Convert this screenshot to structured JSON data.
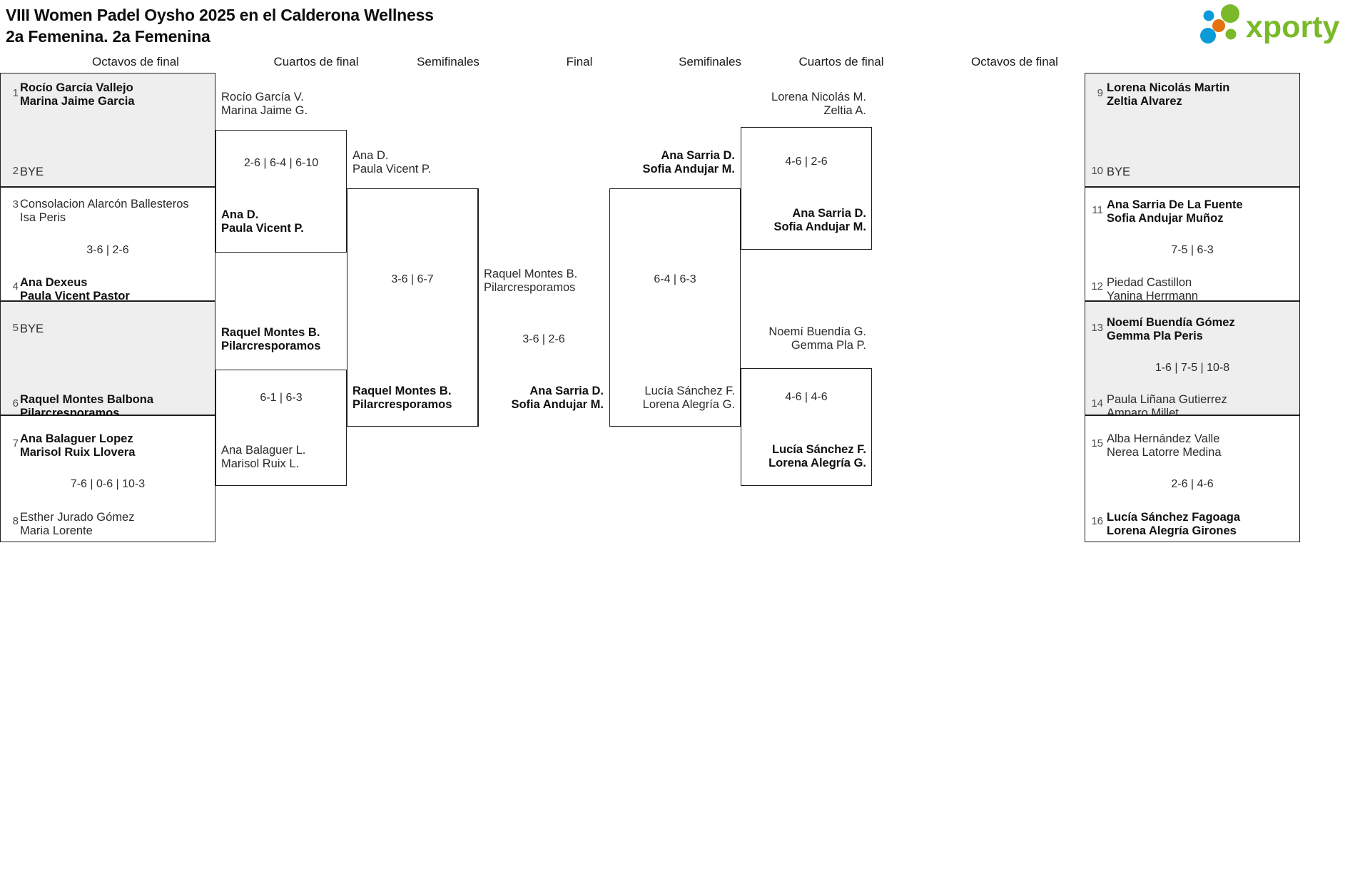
{
  "header": {
    "title_line1": "VIII Women Padel Oysho 2025 en el Calderona Wellness",
    "title_line2": "2a Femenina. 2a Femenina",
    "logo_text": "xporty",
    "logo_colors": {
      "green": "#7ab929",
      "blue": "#0a9bd8",
      "orange": "#e2730f"
    }
  },
  "round_labels": {
    "left_r16": "Octavos de final",
    "left_qf": "Cuartos de final",
    "left_sf": "Semifinales",
    "final": "Final",
    "right_sf": "Semifinales",
    "right_qf": "Cuartos de final",
    "right_r16": "Octavos de final"
  },
  "left_r16": [
    {
      "seed_top": "1",
      "top_l1": "Rocío García Vallejo",
      "top_l2": "Marina Jaime Garcia",
      "top_winner": true,
      "seed_bot": "2",
      "bot_l1": "BYE",
      "bot_l2": "",
      "bot_winner": false,
      "score": "",
      "shaded": true
    },
    {
      "seed_top": "3",
      "top_l1": "Consolacion Alarcón Ballesteros",
      "top_l2": "Isa Peris",
      "top_winner": false,
      "seed_bot": "4",
      "bot_l1": "Ana Dexeus",
      "bot_l2": "Paula Vicent Pastor",
      "bot_winner": true,
      "score": "3-6 | 2-6",
      "shaded": false
    },
    {
      "seed_top": "5",
      "top_l1": "BYE",
      "top_l2": "",
      "top_winner": false,
      "seed_bot": "6",
      "bot_l1": "Raquel Montes Balbona",
      "bot_l2": "Pilarcresporamos",
      "bot_winner": true,
      "score": "",
      "shaded": true
    },
    {
      "seed_top": "7",
      "top_l1": "Ana Balaguer Lopez",
      "top_l2": "Marisol Ruix Llovera",
      "top_winner": true,
      "seed_bot": "8",
      "bot_l1": "Esther Jurado Gómez",
      "bot_l2": "Maria Lorente",
      "bot_winner": false,
      "score": "7-6 | 0-6 | 10-3",
      "shaded": false
    }
  ],
  "left_qf": [
    {
      "top_l1": "Rocío García V.",
      "top_l2": "Marina Jaime G.",
      "top_winner": false,
      "bot_l1": "Ana D.",
      "bot_l2": "Paula Vicent P.",
      "bot_winner": true,
      "score": "2-6 | 6-4 | 6-10"
    },
    {
      "top_l1": "Raquel Montes B.",
      "top_l2": "Pilarcresporamos",
      "top_winner": true,
      "bot_l1": "Ana Balaguer L.",
      "bot_l2": "Marisol Ruix L.",
      "bot_winner": false,
      "score": "6-1 | 6-3"
    }
  ],
  "left_sf": [
    {
      "top_l1": "Ana D.",
      "top_l2": "Paula Vicent P.",
      "top_winner": false,
      "bot_l1": "Raquel Montes B.",
      "bot_l2": "Pilarcresporamos",
      "bot_winner": true,
      "score": "3-6 | 6-7"
    }
  ],
  "final": {
    "top_l1": "Raquel Montes B.",
    "top_l2": "Pilarcresporamos",
    "top_winner": false,
    "bot_l1": "Ana Sarria D.",
    "bot_l2": "Sofia Andujar M.",
    "bot_winner": true,
    "score": "3-6 | 2-6"
  },
  "right_sf": [
    {
      "top_l1": "Ana Sarria D.",
      "top_l2": "Sofia Andujar M.",
      "top_winner": true,
      "bot_l1": "Lucía Sánchez F.",
      "bot_l2": "Lorena Alegría G.",
      "bot_winner": false,
      "score": "6-4 | 6-3"
    }
  ],
  "right_qf": [
    {
      "top_l1": "Lorena Nicolás M.",
      "top_l2": "Zeltia A.",
      "top_winner": false,
      "bot_l1": "Ana Sarria D.",
      "bot_l2": "Sofia Andujar M.",
      "bot_winner": true,
      "score": "4-6 | 2-6"
    },
    {
      "top_l1": "Noemí Buendía G.",
      "top_l2": "Gemma Pla P.",
      "top_winner": false,
      "bot_l1": "Lucía Sánchez F.",
      "bot_l2": "Lorena Alegría G.",
      "bot_winner": true,
      "score": "4-6 | 4-6"
    }
  ],
  "right_r16": [
    {
      "seed_top": "9",
      "top_l1": "Lorena Nicolás Martin",
      "top_l2": "Zeltia Alvarez",
      "top_winner": true,
      "seed_bot": "10",
      "bot_l1": "BYE",
      "bot_l2": "",
      "bot_winner": false,
      "score": "",
      "shaded": true
    },
    {
      "seed_top": "11",
      "top_l1": "Ana Sarria De La Fuente",
      "top_l2": "Sofia Andujar Muñoz",
      "top_winner": true,
      "seed_bot": "12",
      "bot_l1": "Piedad Castillon",
      "bot_l2": "Yanina Herrmann",
      "bot_winner": false,
      "score": "7-5 | 6-3",
      "shaded": false
    },
    {
      "seed_top": "13",
      "top_l1": "Noemí Buendía Gómez",
      "top_l2": "Gemma Pla Peris",
      "top_winner": true,
      "seed_bot": "14",
      "bot_l1": "Paula Liñana Gutierrez",
      "bot_l2": "Amparo Millet",
      "bot_winner": false,
      "score": "1-6 | 7-5 | 10-8",
      "shaded": true
    },
    {
      "seed_top": "15",
      "top_l1": "Alba Hernández Valle",
      "top_l2": "Nerea Latorre Medina",
      "top_winner": false,
      "seed_bot": "16",
      "bot_l1": "Lucía Sánchez Fagoaga",
      "bot_l2": "Lorena Alegría Girones",
      "bot_winner": true,
      "score": "2-6 | 4-6",
      "shaded": false
    }
  ]
}
